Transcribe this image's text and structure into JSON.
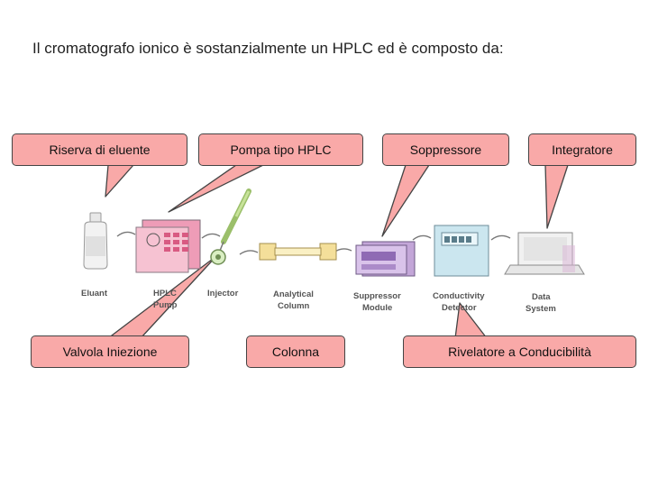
{
  "title": "Il cromatografo ionico è sostanzialmente un HPLC ed è composto da:",
  "callouts": {
    "riserva": "Riserva di eluente",
    "pompa": "Pompa tipo HPLC",
    "soppressore": "Soppressore",
    "integratore": "Integratore",
    "valvola": "Valvola Iniezione",
    "colonna": "Colonna",
    "rivelatore": "Rivelatore a Conducibilità"
  },
  "components": {
    "eluent": "Eluant",
    "pump_line1": "HPLC",
    "pump_line2": "Pump",
    "injector": "Injector",
    "column_line1": "Analytical",
    "column_line2": "Column",
    "suppressor_line1": "Suppressor",
    "suppressor_line2": "Module",
    "detector_line1": "Conductivity",
    "detector_line2": "Detector",
    "data_line1": "Data",
    "data_line2": "System"
  },
  "colors": {
    "callout_fill": "#f9a9a8",
    "pump_pink": "#e58aa6",
    "suppressor_purple": "#a07cc0",
    "detector_blue": "#b8dbe8",
    "column_yellow": "#f1d98a"
  }
}
